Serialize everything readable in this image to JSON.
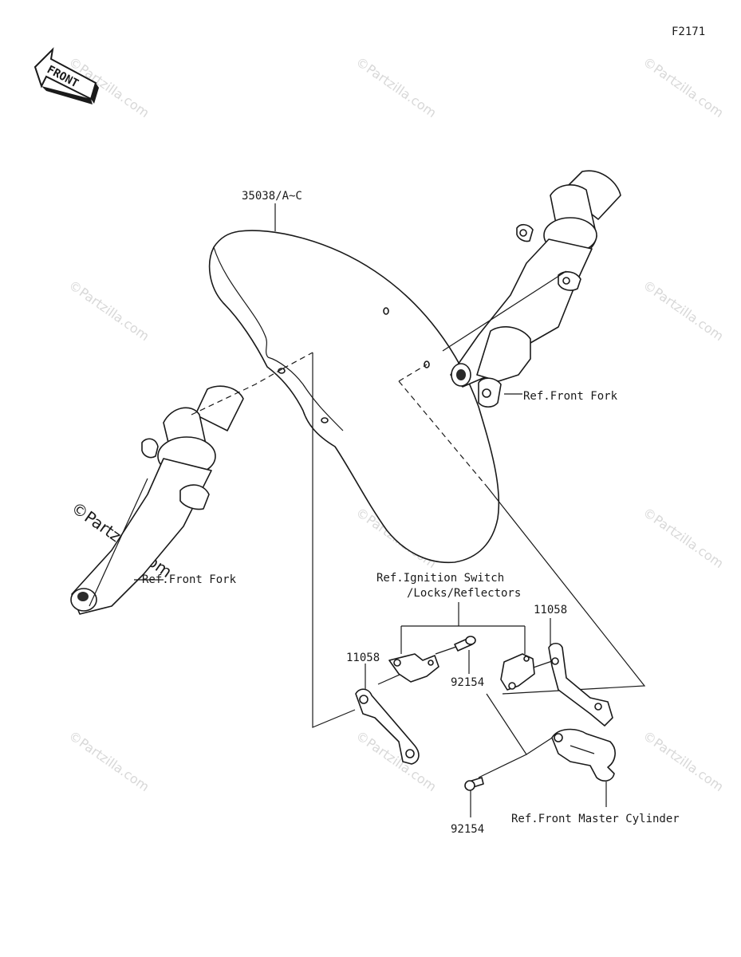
{
  "diagram_code": "F2171",
  "front_arrow_label": "FRONT",
  "watermark_text": "©Partzilla.com",
  "labels": {
    "fender": "35038/A~C",
    "ref_front_fork_right": "Ref.Front Fork",
    "ref_front_fork_left": "Ref.Front Fork",
    "ref_ignition_line1": "Ref.Ignition Switch",
    "ref_ignition_line2": "/Locks/Reflectors",
    "bracket_left": "11058",
    "bracket_right": "11058",
    "bolt_upper": "92154",
    "bolt_lower": "92154",
    "ref_master_cylinder": "Ref.Front Master Cylinder"
  },
  "colors": {
    "ink": "#1a1a1a",
    "watermark": "#d8d8d8",
    "background": "#ffffff"
  }
}
